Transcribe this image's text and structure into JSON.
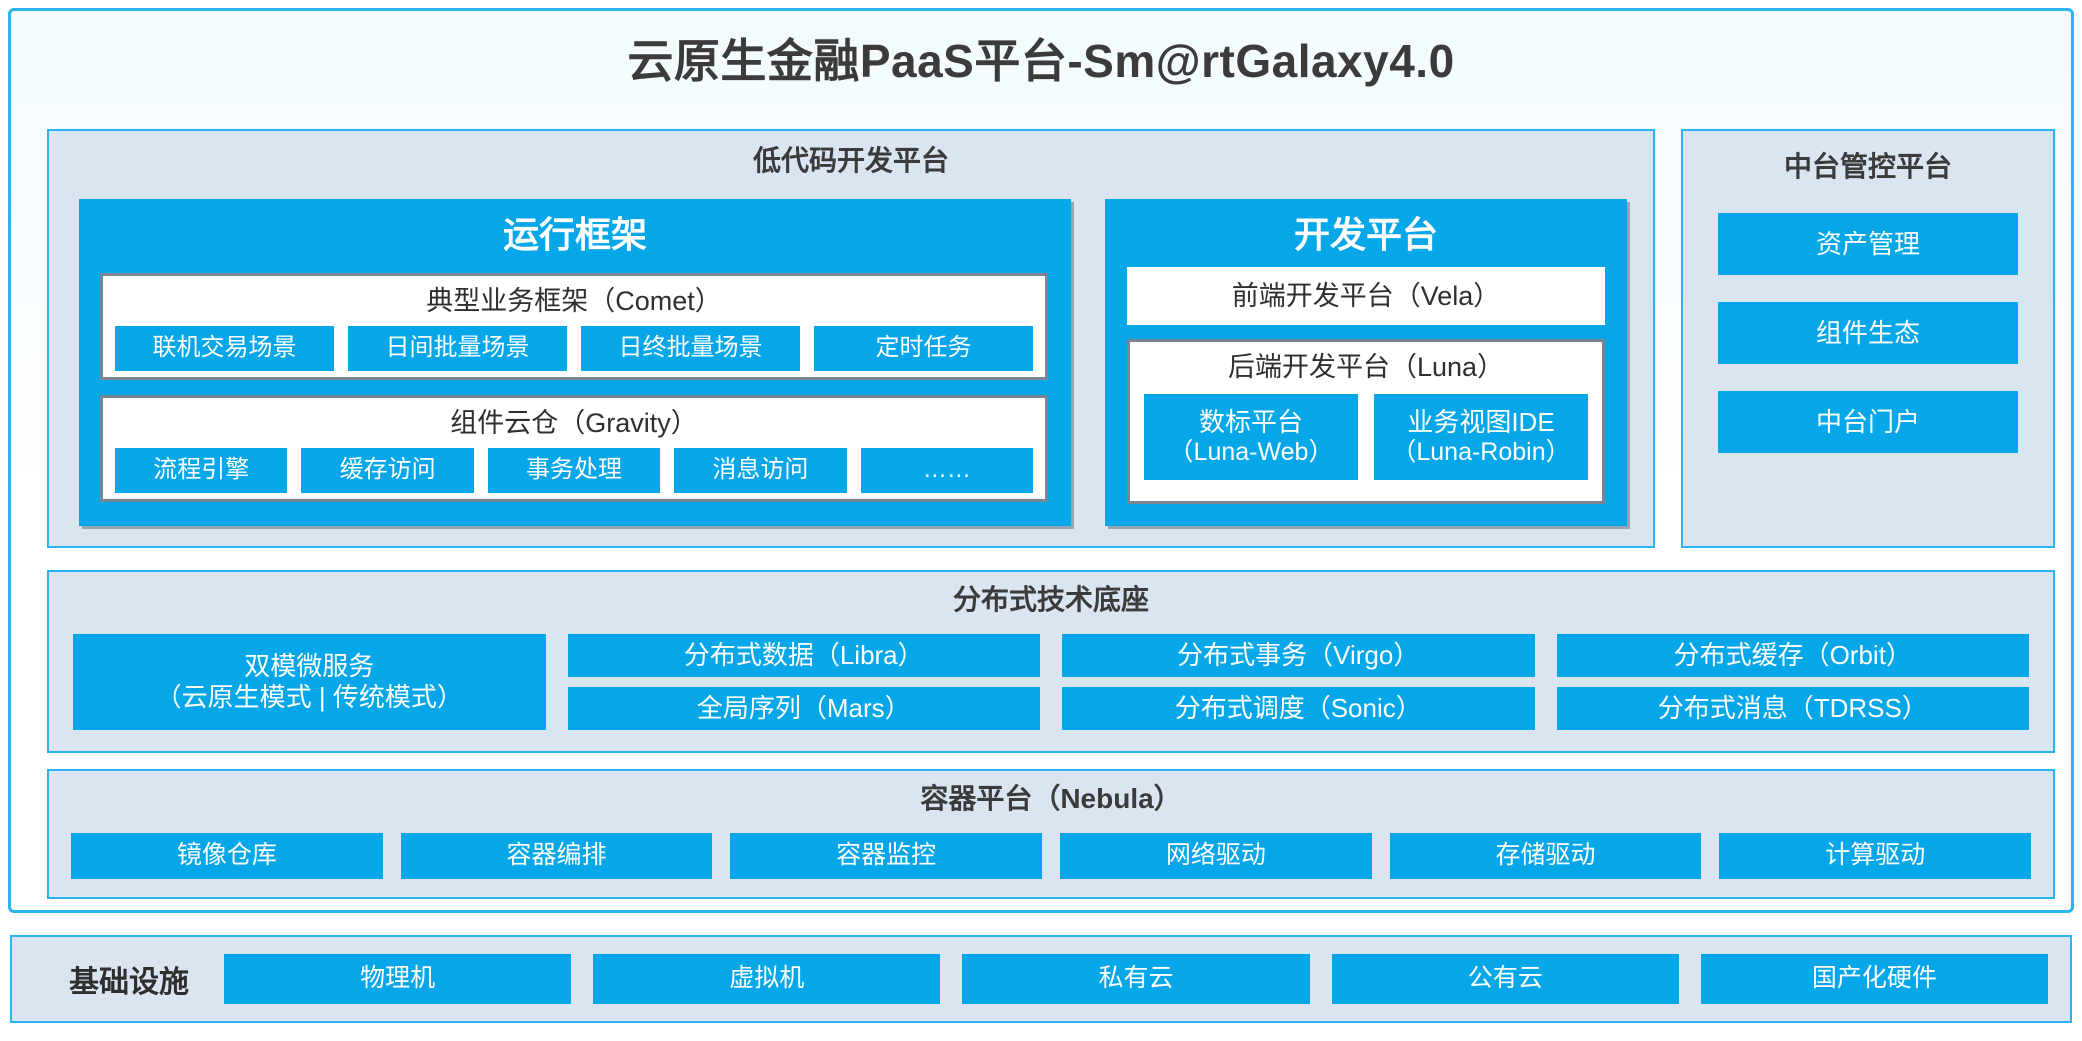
{
  "title": "云原生金融PaaS平台-Sm@rtGalaxy4.0",
  "colors": {
    "accent_blue": "#06a7e8",
    "panel_bg": "#dbe5f1",
    "panel_border": "#2ab4f0",
    "box_border": "#7a8594",
    "text_dark": "#2f2f2f"
  },
  "lowcode": {
    "title": "低代码开发平台",
    "runtime": {
      "title": "运行框架",
      "comet": {
        "title": "典型业务框架（Comet）",
        "items": [
          "联机交易场景",
          "日间批量场景",
          "日终批量场景",
          "定时任务"
        ]
      },
      "gravity": {
        "title": "组件云仓（Gravity）",
        "items": [
          "流程引擎",
          "缓存访问",
          "事务处理",
          "消息访问",
          "……"
        ]
      }
    },
    "devplatform": {
      "title": "开发平台",
      "vela": "前端开发平台（Vela）",
      "luna": {
        "title": "后端开发平台（Luna）",
        "items": [
          {
            "line1": "数标平台",
            "line2": "（Luna-Web）"
          },
          {
            "line1": "业务视图IDE",
            "line2": "（Luna-Robin）"
          }
        ]
      }
    }
  },
  "midoffice": {
    "title": "中台管控平台",
    "items": [
      "资产管理",
      "组件生态",
      "中台门户"
    ]
  },
  "tech": {
    "title": "分布式技术底座",
    "microservice": {
      "line1": "双模微服务",
      "line2": "（云原生模式 | 传统模式）"
    },
    "columns": [
      [
        "分布式数据（Libra）",
        "全局序列（Mars）"
      ],
      [
        "分布式事务（Virgo）",
        "分布式调度（Sonic）"
      ],
      [
        "分布式缓存（Orbit）",
        "分布式消息（TDRSS）"
      ]
    ]
  },
  "container": {
    "title": "容器平台（Nebula）",
    "items": [
      "镜像仓库",
      "容器编排",
      "容器监控",
      "网络驱动",
      "存储驱动",
      "计算驱动"
    ]
  },
  "infrastructure": {
    "label": "基础设施",
    "items": [
      "物理机",
      "虚拟机",
      "私有云",
      "公有云",
      "国产化硬件"
    ]
  }
}
